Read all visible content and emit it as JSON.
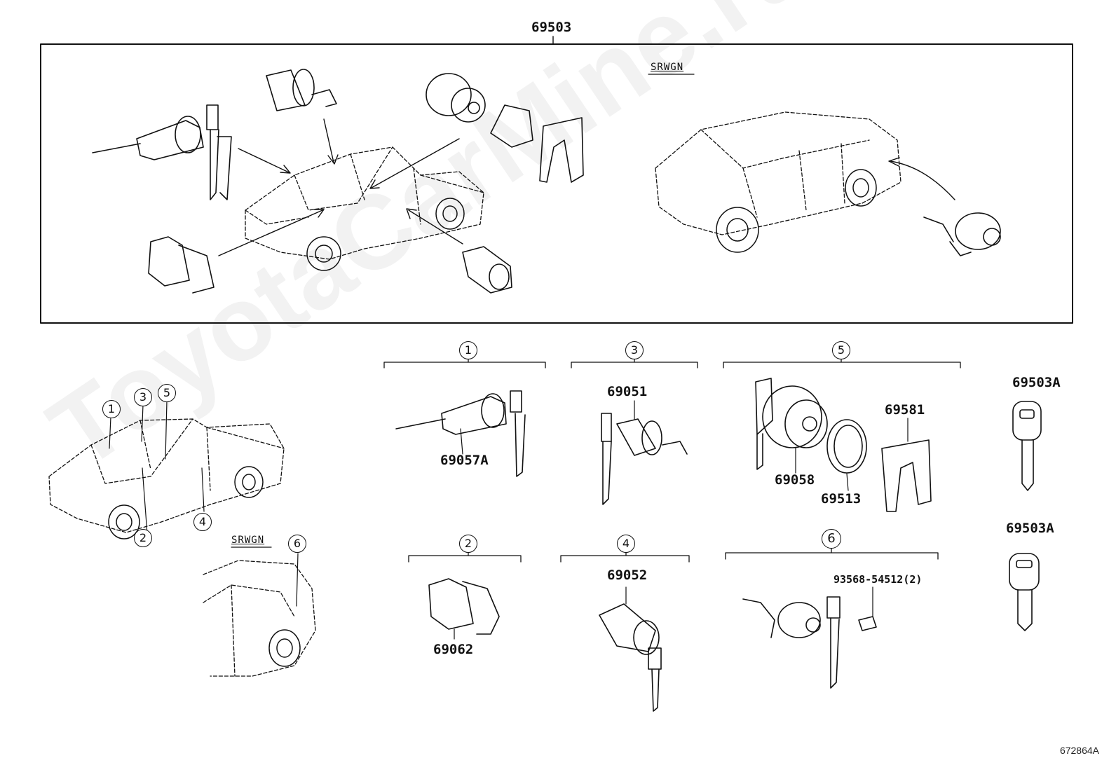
{
  "watermark": "ToyotaCarMine.ru",
  "reference_code": "672864A",
  "top_assembly": {
    "part_no": "69503",
    "variant_tag": "SRWGN"
  },
  "location_view": {
    "variant_tag": "SRWGN",
    "markers": [
      "1",
      "2",
      "3",
      "4",
      "5",
      "6"
    ]
  },
  "groups": [
    {
      "id": "1",
      "parts": [
        "69057A"
      ]
    },
    {
      "id": "2",
      "parts": [
        "69062"
      ]
    },
    {
      "id": "3",
      "parts": [
        "69051"
      ]
    },
    {
      "id": "4",
      "parts": [
        "69052"
      ]
    },
    {
      "id": "5",
      "parts": [
        "69058",
        "69513",
        "69581"
      ]
    },
    {
      "id": "6",
      "parts": [
        "93568-54512(2)"
      ]
    }
  ],
  "keys": [
    "69503A",
    "69503A"
  ]
}
